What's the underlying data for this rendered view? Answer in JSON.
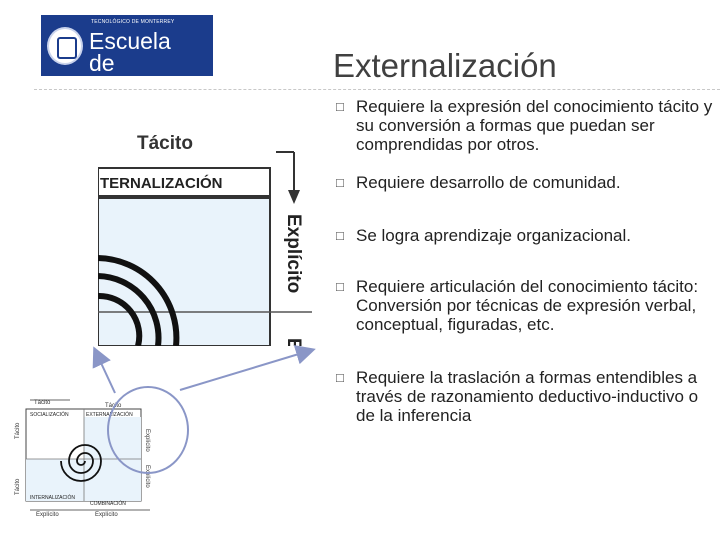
{
  "logo": {
    "small_text": "TECNOLÓGICO DE MONTERREY",
    "line1": "Escuela",
    "line2": "de Medicina"
  },
  "title": "Externalización",
  "bullets": [
    {
      "mark": "□",
      "text": "Requiere la expresión del conocimiento tácito y su conversión a formas que puedan ser comprendidas por otros."
    },
    {
      "mark": "□",
      "text": "Requiere desarrollo de comunidad."
    },
    {
      "mark": "□",
      "text": "Se logra aprendizaje organizacional."
    },
    {
      "mark": "□",
      "text": "Requiere articulación del conocimiento tácito: Conversión por técnicas de expresión verbal, conceptual, figuradas, etc."
    },
    {
      "mark": "□",
      "text": "Requiere la traslación a formas entendibles a través de razonamiento deductivo-inductivo o de la inferencia"
    }
  ],
  "zoom_diagram": {
    "top_label": "Tácito",
    "header": "TERNALIZACIÓN",
    "side_label": "Explícito"
  },
  "mini_diagram": {
    "top_left": "Tácito",
    "top_right": "Tácito",
    "left_top": "Tácito",
    "left_bottom": "Tácito",
    "right_top": "Explícito",
    "right_bottom": "Explícito",
    "q_socializacion": "SOCIALIZACIÓN",
    "q_externalizacion": "EXTERNALIZACIÓN",
    "q_internalizacion": "INTERNALIZACIÓN",
    "q_combinacion": "COMBINACIÓN",
    "bottom_left": "Explícito",
    "bottom_right": "Explícito"
  }
}
